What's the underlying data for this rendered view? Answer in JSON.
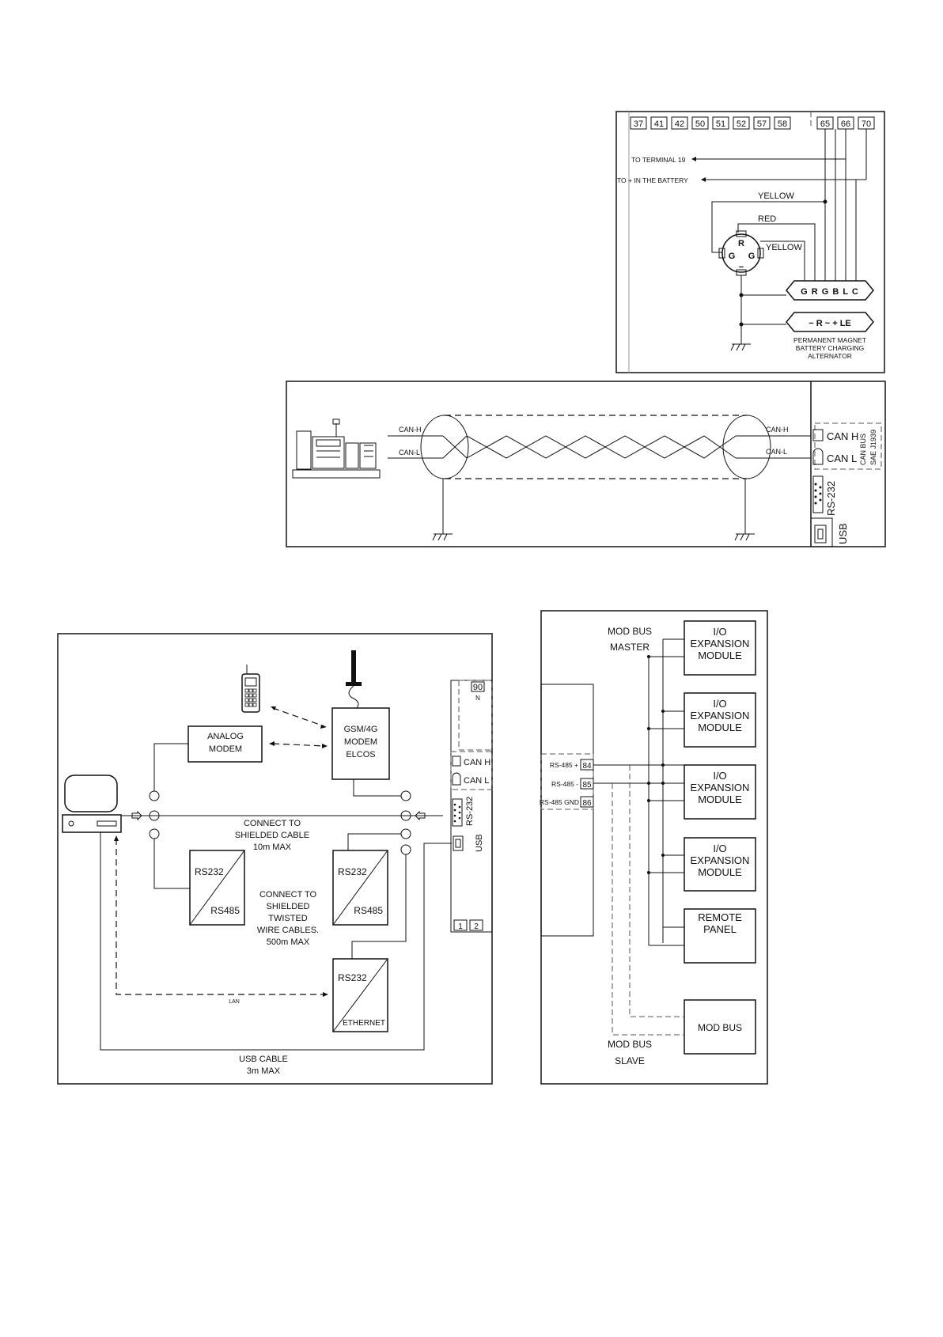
{
  "alternator": {
    "terminals": [
      "37",
      "41",
      "42",
      "50",
      "51",
      "52",
      "57",
      "58",
      "65",
      "66",
      "70"
    ],
    "to_terminal_19": "TO TERMINAL 19",
    "to_battery": "TO + IN THE BATTERY",
    "wire_yellow_top": "YELLOW",
    "wire_red": "RED",
    "wire_yellow": "YELLOW",
    "reg_r": "R",
    "reg_g_left": "G",
    "reg_g_right": "G",
    "connector1": "G R G B L C",
    "connector2": "− R ~ + LE",
    "caption_line1": "PERMANENT MAGNET",
    "caption_line2": "BATTERY CHARGING",
    "caption_line3": "ALTERNATOR"
  },
  "canbus": {
    "can_h_left": "CAN-H",
    "can_l_left": "CAN-L",
    "can_h_right": "CAN-H",
    "can_l_right": "CAN-L",
    "port_can_h": "CAN H",
    "port_can_l": "CAN L",
    "can_bus_vertical": "CAN BUS",
    "sae_vertical": "SAE J1939",
    "rs232": "RS-232",
    "usb": "USB"
  },
  "comms": {
    "analog_modem_l1": "ANALOG",
    "analog_modem_l2": "MODEM",
    "gsm_l1": "GSM/4G",
    "gsm_l2": "MODEM",
    "gsm_l3": "ELCOS",
    "terminal_90": "90",
    "terminal_n": "N",
    "can_h": "CAN H",
    "can_l": "CAN L",
    "rs232_port": "RS-232",
    "usb_port": "USB",
    "connect_shielded_l1": "CONNECT TO",
    "connect_shielded_l2": "SHIELDED CABLE",
    "connect_shielded_l3": "10m MAX",
    "conv1_top": "RS232",
    "conv1_bottom": "RS485",
    "conv2_top": "RS232",
    "conv2_bottom": "RS485",
    "twisted_l1": "CONNECT TO",
    "twisted_l2": "SHIELDED",
    "twisted_l3": "TWISTED",
    "twisted_l4": "WIRE CABLES.",
    "twisted_l5": "500m MAX",
    "conv3_top": "RS232",
    "conv3_bottom": "ETHERNET",
    "lan": "LAN",
    "usb_cable_l1": "USB CABLE",
    "usb_cable_l2": "3m MAX",
    "bottom_terminal_1": "1",
    "bottom_terminal_2": "2"
  },
  "modbus": {
    "master_l1": "MOD BUS",
    "master_l2": "MASTER",
    "rs485_plus": "RS-485 +",
    "rs485_minus": "RS-485 -",
    "rs485_gnd": "RS-485 GND",
    "t84": "84",
    "t85": "85",
    "t86": "86",
    "io1": [
      "I/O",
      "EXPANSION",
      "MODULE"
    ],
    "io2": [
      "I/O",
      "EXPANSION",
      "MODULE"
    ],
    "io3": [
      "I/O",
      "EXPANSION",
      "MODULE"
    ],
    "io4": [
      "I/O",
      "EXPANSION",
      "MODULE"
    ],
    "remote_l1": "REMOTE",
    "remote_l2": "PANEL",
    "modbus_box": "MOD BUS",
    "slave_l1": "MOD BUS",
    "slave_l2": "SLAVE"
  }
}
